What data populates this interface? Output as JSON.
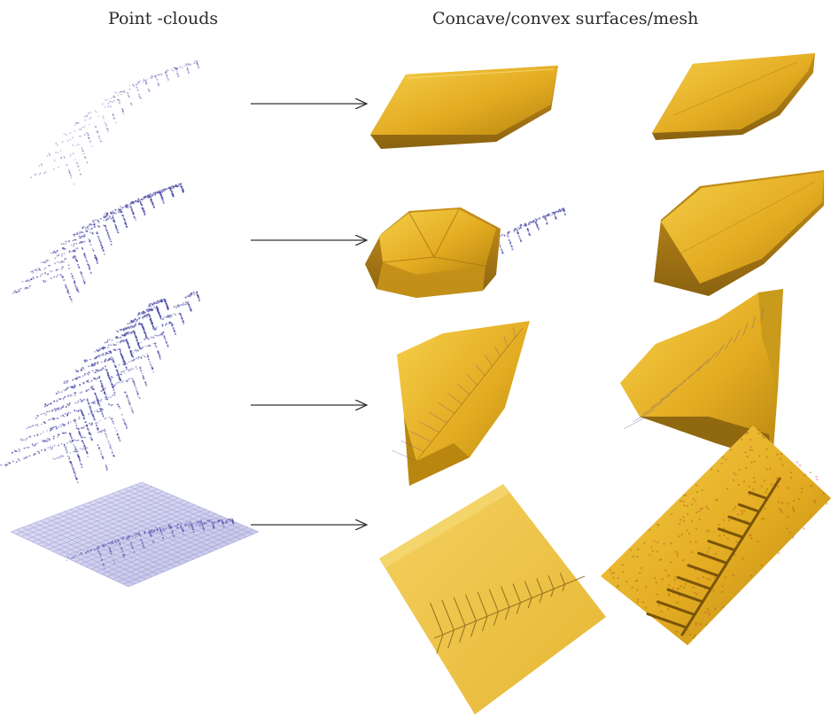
{
  "headings": {
    "point_clouds": "Point -clouds",
    "surfaces": "Concave/convex surfaces/mesh"
  },
  "rows": [
    {
      "point_cloud": "sparse fern point cloud",
      "surface_a": "thin convex slab",
      "surface_b": "curved slab"
    },
    {
      "point_cloud": "partial fern point cloud",
      "surface_a": "faceted convex hull with points",
      "surface_b": "convex wedge"
    },
    {
      "point_cloud": "dense fern point cloud",
      "surface_a": "concave leaf surface",
      "surface_b": "curved concave surface"
    },
    {
      "point_cloud": "gridded plane point cloud",
      "surface_a": "embossed fern plate",
      "surface_b": "relief fern mesh"
    }
  ],
  "colors": {
    "points": "#4a4aa8",
    "mesh_fill": "#e8b62a",
    "mesh_dark": "#a07412",
    "arrow": "#333333"
  }
}
